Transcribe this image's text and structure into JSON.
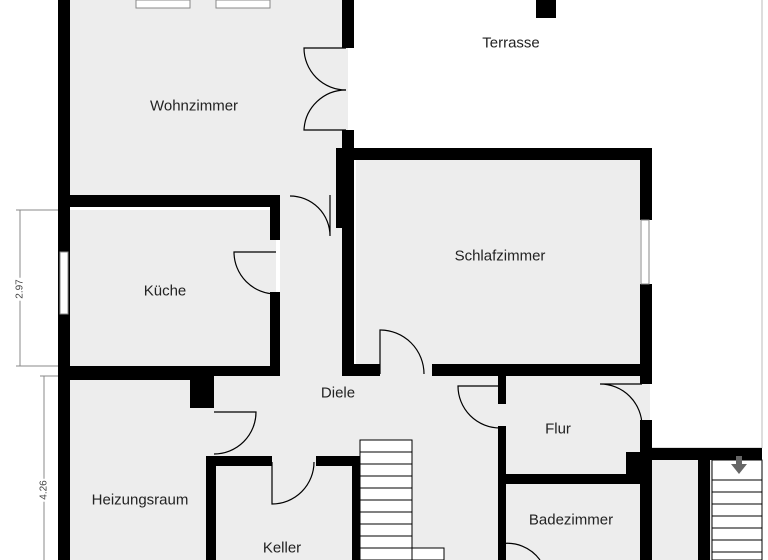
{
  "plan": {
    "rooms": {
      "terrasse": "Terrasse",
      "wohnzimmer": "Wohnzimmer",
      "kueche": "Küche",
      "schlafzimmer": "Schlafzimmer",
      "diele": "Diele",
      "flur": "Flur",
      "heizungsraum": "Heizungsraum",
      "keller": "Keller",
      "badezimmer": "Badezimmer"
    },
    "dimensions": {
      "kueche_height": "2.97",
      "heizungsraum_height": "4.26"
    }
  },
  "colors": {
    "wall": "#000000",
    "floor": "#ededed",
    "outside": "#ffffff",
    "label": "#222222",
    "dimension": "#888888"
  }
}
